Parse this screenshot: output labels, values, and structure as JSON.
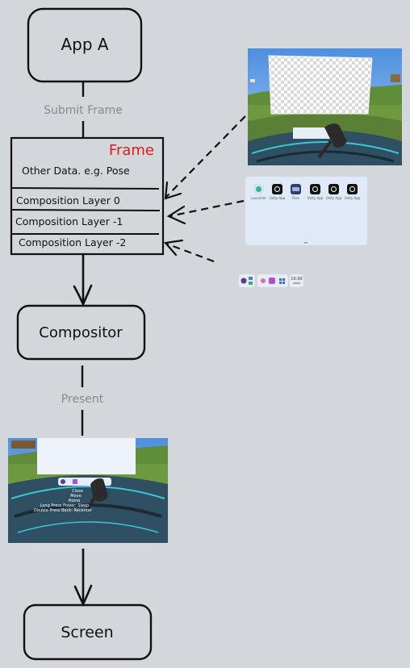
{
  "nodes": {
    "app": {
      "label": "App A"
    },
    "compositor": {
      "label": "Compositor"
    },
    "screen": {
      "label": "Screen"
    }
  },
  "edges": {
    "submit": {
      "label": "Submit Frame"
    },
    "present": {
      "label": "Present"
    }
  },
  "frame": {
    "title": "Frame",
    "other_data": "Other Data. e.g. Pose",
    "layers": [
      "Composition Layer 0",
      "Composition Layer -1",
      "Composition Layer -2"
    ]
  },
  "colors": {
    "background": "#d3d6da",
    "frame_title": "#e01b1b",
    "edge_label": "#8a8a8a",
    "stroke": "#111111"
  },
  "thumbnails": {
    "launcher": {
      "apps": [
        "Launcher",
        "Unity App",
        "Files",
        "Unity App",
        "Unity App",
        "Unity App"
      ]
    },
    "taskbar": {
      "time": "10:30"
    },
    "vr_view": {
      "menu": [
        "Close",
        "Move",
        "Home",
        "Long Press Power: Sleep",
        "Double Press Back: Recenter"
      ]
    }
  }
}
